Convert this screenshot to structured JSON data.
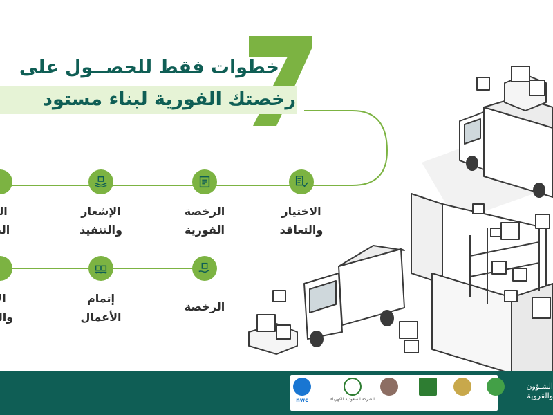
{
  "title": {
    "number": "7",
    "line1": "خطوات فقط للحصــول على",
    "line2": "رخصتك الفورية لبناء مستود"
  },
  "steps_row1": [
    {
      "label": "الاختيار\nوالتعاقد",
      "icon": "checklist-icon"
    },
    {
      "label": "الرخصة\nالفورية",
      "icon": "license-document-icon"
    },
    {
      "label": "الإشعار\nوالتنفيذ",
      "icon": "hands-box-icon"
    },
    {
      "label": "الر\nالت",
      "icon": "partial-icon"
    }
  ],
  "steps_row2": [
    {
      "label": "الرخصة",
      "icon": "box-hand-icon"
    },
    {
      "label": "إتمام\nالأعمال",
      "icon": "pallet-boxes-icon"
    },
    {
      "label": "الإ\nوالت",
      "icon": "partial-icon"
    }
  ],
  "footer": {
    "logos": [
      {
        "name": "nwc-logo",
        "text": "nwc"
      },
      {
        "name": "saudi-electricity-logo",
        "text": "الشركة السعودية للكهرباء"
      },
      {
        "name": "civil-defense-logo",
        "text": ""
      },
      {
        "name": "modon-logo",
        "text": ""
      },
      {
        "name": "emblem-logo",
        "text": ""
      },
      {
        "name": "balady-logo",
        "text": ""
      }
    ],
    "ministry": "الشـؤون\nوالقروية"
  },
  "colors": {
    "primary_dark": "#0f5e55",
    "accent_green": "#7cb342",
    "highlight": "#e6f3d6"
  }
}
